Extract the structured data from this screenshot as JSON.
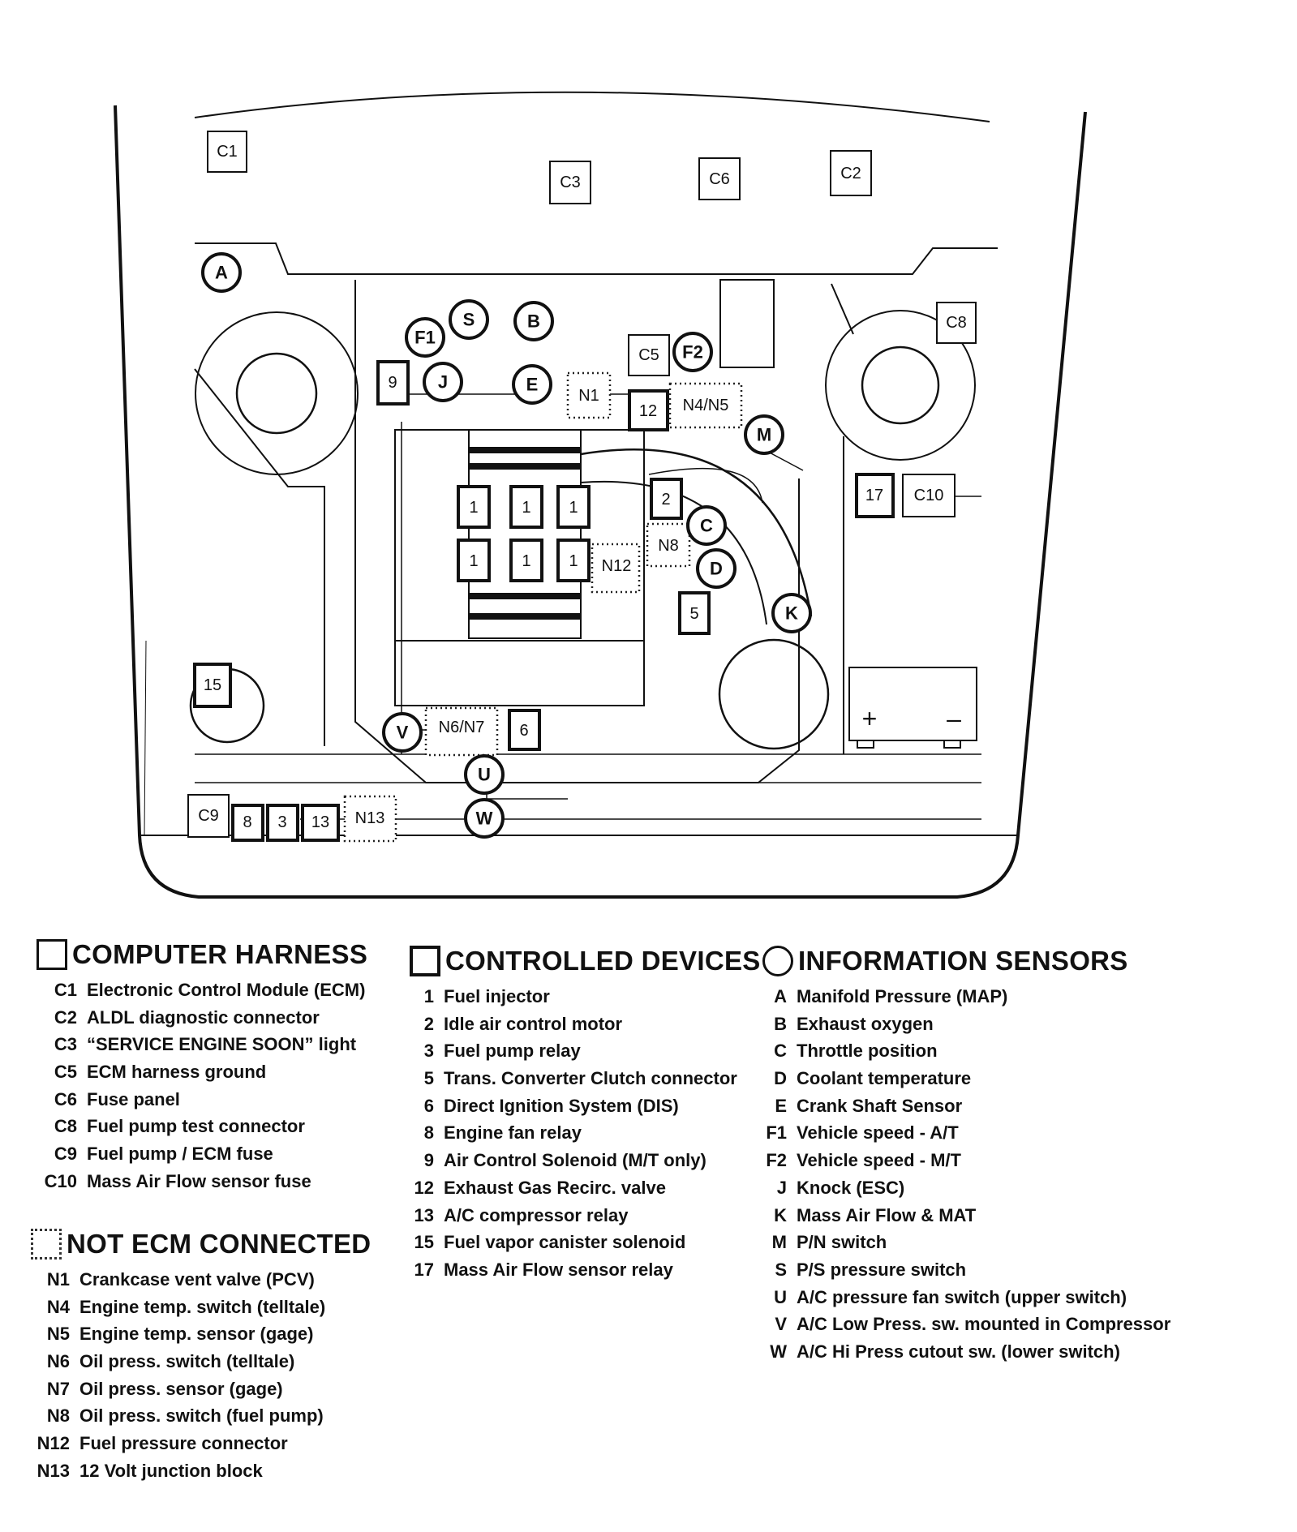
{
  "components": {
    "C1": "C1",
    "C2": "C2",
    "C3": "C3",
    "C5": "C5",
    "C6": "C6",
    "C8": "C8",
    "C9": "C9",
    "C10": "C10",
    "d1": "1",
    "d2": "2",
    "d3": "3",
    "d5": "5",
    "d6": "6",
    "d8": "8",
    "d9": "9",
    "d12": "12",
    "d13": "13",
    "d15": "15",
    "d17": "17",
    "A": "A",
    "B": "B",
    "C": "C",
    "D": "D",
    "E": "E",
    "F1": "F1",
    "F2": "F2",
    "J": "J",
    "K": "K",
    "M": "M",
    "S": "S",
    "U": "U",
    "V": "V",
    "W": "W",
    "N1": "N1",
    "N4N5": "N4/N5",
    "N6N7": "N6/N7",
    "N8": "N8",
    "N12": "N12",
    "N13": "N13",
    "battery_plus": "+",
    "battery_minus": "–"
  },
  "legend": {
    "harness": {
      "title": "COMPUTER HARNESS",
      "items": [
        {
          "code": "C1",
          "label": "Electronic Control Module (ECM)"
        },
        {
          "code": "C2",
          "label": "ALDL diagnostic connector"
        },
        {
          "code": "C3",
          "label": "“SERVICE ENGINE SOON” light"
        },
        {
          "code": "C5",
          "label": "ECM harness ground"
        },
        {
          "code": "C6",
          "label": "Fuse panel"
        },
        {
          "code": "C8",
          "label": "Fuel pump test connector"
        },
        {
          "code": "C9",
          "label": "Fuel pump / ECM fuse"
        },
        {
          "code": "C10",
          "label": "Mass Air Flow sensor fuse"
        }
      ]
    },
    "not_ecm": {
      "title": "NOT ECM CONNECTED",
      "items": [
        {
          "code": "N1",
          "label": "Crankcase vent valve (PCV)"
        },
        {
          "code": "N4",
          "label": "Engine temp. switch (telltale)"
        },
        {
          "code": "N5",
          "label": "Engine temp. sensor (gage)"
        },
        {
          "code": "N6",
          "label": "Oil press. switch (telltale)"
        },
        {
          "code": "N7",
          "label": "Oil press. sensor (gage)"
        },
        {
          "code": "N8",
          "label": "Oil press. switch (fuel pump)"
        },
        {
          "code": "N12",
          "label": "Fuel  pressure connector"
        },
        {
          "code": "N13",
          "label": "12 Volt junction block"
        }
      ]
    },
    "controlled": {
      "title": "CONTROLLED DEVICES",
      "items": [
        {
          "code": "1",
          "label": "Fuel injector"
        },
        {
          "code": "2",
          "label": "Idle air control motor"
        },
        {
          "code": "3",
          "label": "Fuel pump relay"
        },
        {
          "code": "5",
          "label": "Trans. Converter Clutch connector"
        },
        {
          "code": "6",
          "label": "Direct Ignition System  (DIS)"
        },
        {
          "code": "8",
          "label": "Engine fan relay"
        },
        {
          "code": "9",
          "label": "Air Control Solenoid (M/T only)"
        },
        {
          "code": "12",
          "label": "Exhaust Gas Recirc. valve"
        },
        {
          "code": "13",
          "label": "A/C compressor relay"
        },
        {
          "code": "15",
          "label": "Fuel vapor canister solenoid"
        },
        {
          "code": "17",
          "label": "Mass Air Flow sensor relay"
        }
      ]
    },
    "sensors": {
      "title": "INFORMATION SENSORS",
      "items": [
        {
          "code": "A",
          "label": "Manifold Pressure (MAP)"
        },
        {
          "code": "B",
          "label": "Exhaust oxygen"
        },
        {
          "code": "C",
          "label": "Throttle position"
        },
        {
          "code": "D",
          "label": "Coolant temperature"
        },
        {
          "code": "E",
          "label": "Crank Shaft Sensor"
        },
        {
          "code": "F1",
          "label": "Vehicle speed - A/T"
        },
        {
          "code": "F2",
          "label": "Vehicle speed - M/T"
        },
        {
          "code": "J",
          "label": "Knock (ESC)"
        },
        {
          "code": "K",
          "label": "Mass Air Flow & MAT"
        },
        {
          "code": "M",
          "label": "P/N switch"
        },
        {
          "code": "S",
          "label": "P/S pressure switch"
        },
        {
          "code": "U",
          "label": "A/C pressure fan switch (upper switch)"
        },
        {
          "code": "V",
          "label": "A/C Low Press. sw. mounted in Compressor"
        },
        {
          "code": "W",
          "label": "A/C Hi Press cutout sw. (lower switch)"
        }
      ]
    }
  }
}
